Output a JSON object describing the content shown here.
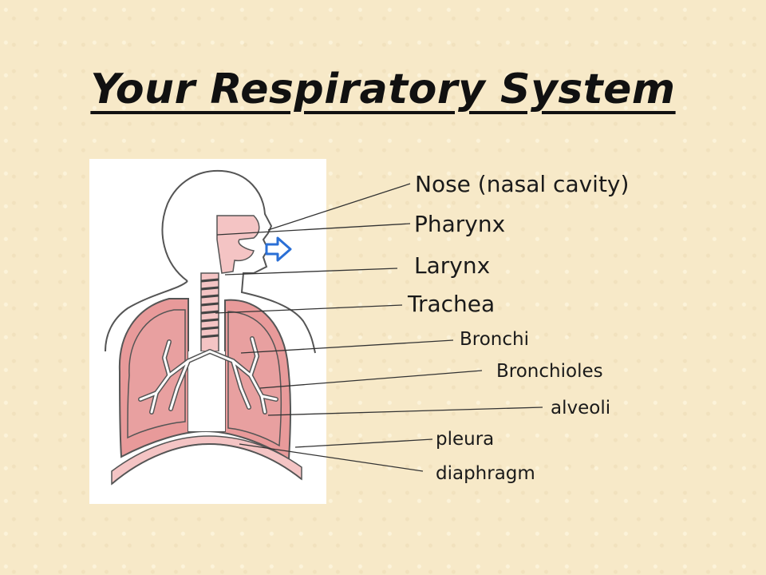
{
  "title": "Your Respiratory System",
  "colors": {
    "background": "#f7e9c8",
    "lung": "#e89a9a",
    "airway": "#f4c4c4",
    "outline": "#555555",
    "arrow": "#2a6fd6"
  },
  "labels": {
    "nose": "Nose (nasal cavity)",
    "pharynx": "Pharynx",
    "larynx": "Larynx",
    "trachea": "Trachea",
    "bronchi": "Bronchi",
    "bronchioles": "Bronchioles",
    "alveoli": "alveoli",
    "pleura": "pleura",
    "diaphragm": "diaphragm"
  }
}
